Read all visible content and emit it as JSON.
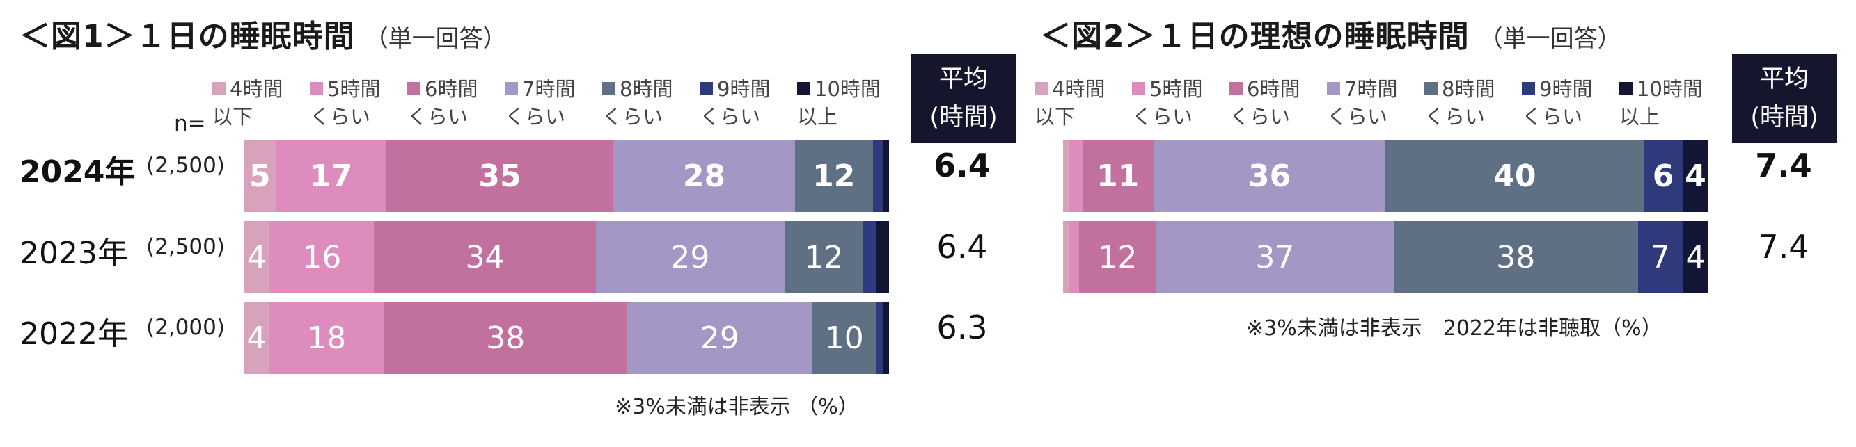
{
  "chart_data": [
    {
      "type": "bar",
      "orientation": "horizontal-stacked-100",
      "title": "＜図1＞１日の睡眠時間",
      "subtitle": "（単一回答）",
      "n_label": "n=",
      "avg_header": [
        "平均",
        "(時間)"
      ],
      "note": "※3%未満は非表示 （%）",
      "series": [
        {
          "name": "4時間以下",
          "label_lines": [
            "4時間",
            "以下"
          ],
          "color": "#d8a2bd"
        },
        {
          "name": "5時間くらい",
          "label_lines": [
            "5時間",
            "くらい"
          ],
          "color": "#de8bbd"
        },
        {
          "name": "6時間くらい",
          "label_lines": [
            "6時間",
            "くらい"
          ],
          "color": "#c2719f"
        },
        {
          "name": "7時間くらい",
          "label_lines": [
            "7時間",
            "くらい"
          ],
          "color": "#a397c6"
        },
        {
          "name": "8時間くらい",
          "label_lines": [
            "8時間",
            "くらい"
          ],
          "color": "#5f7085"
        },
        {
          "name": "9時間くらい",
          "label_lines": [
            "9時間",
            "くらい"
          ],
          "color": "#2f3a7c"
        },
        {
          "name": "10時間以上",
          "label_lines": [
            "10時間",
            "以上"
          ],
          "color": "#131534"
        }
      ],
      "rows": [
        {
          "year": "2024年",
          "n": "(2,500)",
          "values": [
            5,
            17,
            35,
            28,
            12,
            1.5,
            1
          ],
          "labels": [
            "5",
            "17",
            "35",
            "28",
            "12",
            "",
            ""
          ],
          "avg": "6.4",
          "emphasis": true
        },
        {
          "year": "2023年",
          "n": "(2,500)",
          "values": [
            4,
            16,
            34,
            29,
            12,
            2,
            2
          ],
          "labels": [
            "4",
            "16",
            "34",
            "29",
            "12",
            "",
            ""
          ],
          "avg": "6.4",
          "emphasis": false
        },
        {
          "year": "2022年",
          "n": "(2,000)",
          "values": [
            4,
            18,
            38,
            29,
            10,
            1,
            1
          ],
          "labels": [
            "4",
            "18",
            "38",
            "29",
            "10",
            "",
            ""
          ],
          "avg": "6.3",
          "emphasis": false
        }
      ]
    },
    {
      "type": "bar",
      "orientation": "horizontal-stacked-100",
      "title": "＜図2＞１日の理想の睡眠時間",
      "subtitle": "（単一回答）",
      "avg_header": [
        "平均",
        "(時間)"
      ],
      "note": "※3%未満は非表示　2022年は非聴取（%）",
      "series": [
        {
          "name": "4時間以下",
          "label_lines": [
            "4時間",
            "以下"
          ],
          "color": "#d8a2bd"
        },
        {
          "name": "5時間くらい",
          "label_lines": [
            "5時間",
            "くらい"
          ],
          "color": "#de8bbd"
        },
        {
          "name": "6時間くらい",
          "label_lines": [
            "6時間",
            "くらい"
          ],
          "color": "#c2719f"
        },
        {
          "name": "7時間くらい",
          "label_lines": [
            "7時間",
            "くらい"
          ],
          "color": "#a397c6"
        },
        {
          "name": "8時間くらい",
          "label_lines": [
            "8時間",
            "くらい"
          ],
          "color": "#5f7085"
        },
        {
          "name": "9時間くらい",
          "label_lines": [
            "9時間",
            "くらい"
          ],
          "color": "#2f3a7c"
        },
        {
          "name": "10時間以上",
          "label_lines": [
            "10時間",
            "以上"
          ],
          "color": "#131534"
        }
      ],
      "rows": [
        {
          "values": [
            1,
            2,
            11,
            36,
            40,
            6,
            4
          ],
          "labels": [
            "",
            "",
            "11",
            "36",
            "40",
            "6",
            "4"
          ],
          "avg": "7.4",
          "emphasis": true
        },
        {
          "values": [
            1,
            1.5,
            12,
            37,
            38,
            7,
            4
          ],
          "labels": [
            "",
            "",
            "12",
            "37",
            "38",
            "7",
            "4"
          ],
          "avg": "7.4",
          "emphasis": false
        }
      ]
    }
  ]
}
